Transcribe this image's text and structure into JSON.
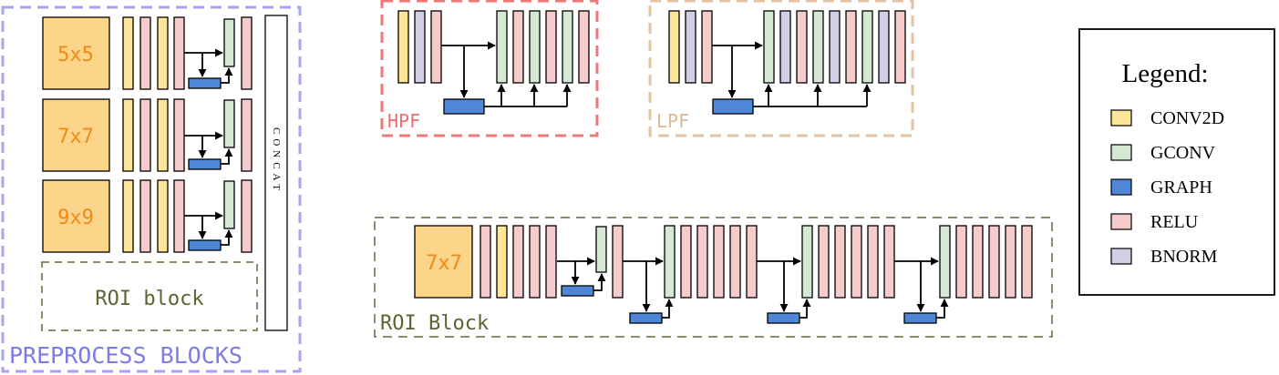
{
  "colors": {
    "conv2d": "#fde59a",
    "gconv": "#d5e8d4",
    "graph": "#4f86d8",
    "relu": "#f6cbcb",
    "bnorm": "#d0cfe6",
    "big_conv": "#fdd58a",
    "preprocess_border": "#a6a6f0",
    "preprocess_text": "#7b7be8",
    "hpf_border": "#ef7777",
    "hpf_text": "#ec6e6e",
    "lpf_border": "#e2c3a6",
    "lpf_text": "#dab89a",
    "roi_border": "#5f6b3c",
    "roi_text": "#58672f",
    "kernel_text": "#f08a16"
  },
  "preprocess": {
    "title": "PREPROCESS BLOCKS",
    "kernels": [
      "5x5",
      "7x7",
      "9x9"
    ],
    "concat_label": "CONCAT",
    "roi_label": "ROI block"
  },
  "hpf": {
    "label": "HPF"
  },
  "lpf": {
    "label": "LPF"
  },
  "roi": {
    "title": "ROI Block",
    "kernel": "7x7"
  },
  "legend": {
    "title": "Legend:",
    "items": [
      {
        "label": "CONV2D",
        "color": "#fde59a"
      },
      {
        "label": "GCONV",
        "color": "#d5e8d4"
      },
      {
        "label": "GRAPH",
        "color": "#4f86d8"
      },
      {
        "label": "RELU",
        "color": "#f6cbcb"
      },
      {
        "label": "BNORM",
        "color": "#d0cfe6"
      }
    ]
  }
}
